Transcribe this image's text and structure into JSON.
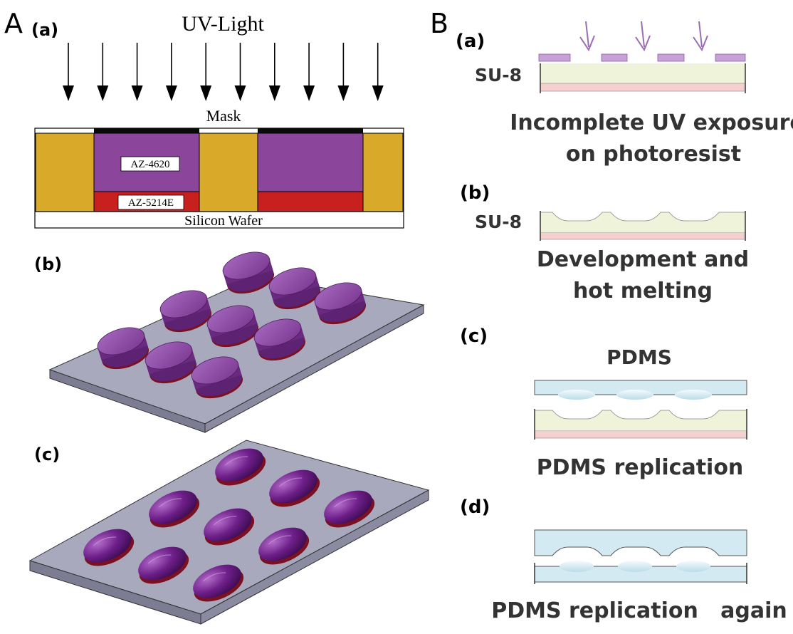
{
  "panel_a": {
    "letter": "A",
    "sub_a": {
      "label": "(a)",
      "uv_light": "UV-Light",
      "mask": "Mask",
      "resist_top": "AZ-4620",
      "resist_bottom": "AZ-5214E",
      "wafer": "Silicon Wafer",
      "arrow_count": 10
    },
    "sub_b": {
      "label": "(b)"
    },
    "sub_c": {
      "label": "(c)"
    }
  },
  "panel_b": {
    "letter": "B",
    "step_a": {
      "label": "(a)",
      "material": "SU-8",
      "caption_line1": "Incomplete UV exposure",
      "caption_line2": "on photoresist"
    },
    "step_b": {
      "label": "(b)",
      "material": "SU-8",
      "caption_line1": "Development and",
      "caption_line2": "hot melting"
    },
    "step_c": {
      "label": "(c)",
      "material": "PDMS",
      "caption": "PDMS replication"
    },
    "step_d": {
      "label": "(d)",
      "caption": "PDMS replication   again"
    }
  },
  "colors": {
    "gold": "#D9A92A",
    "purple": "#8B459A",
    "red": "#C8201F",
    "mask_black": "#0a0a0a",
    "substrate_top": "#A9A9BE",
    "substrate_side": "#7C7C92",
    "lens_purple": "#6E1F8A",
    "lens_base": "#7A1020",
    "su8_fill": "#EEF3DA",
    "pink": "#F6CFCF",
    "mask_lavender": "#C6A2D6",
    "pdms_blue": "#D4EAF2",
    "uv_arrow": "#9A6CB0"
  }
}
